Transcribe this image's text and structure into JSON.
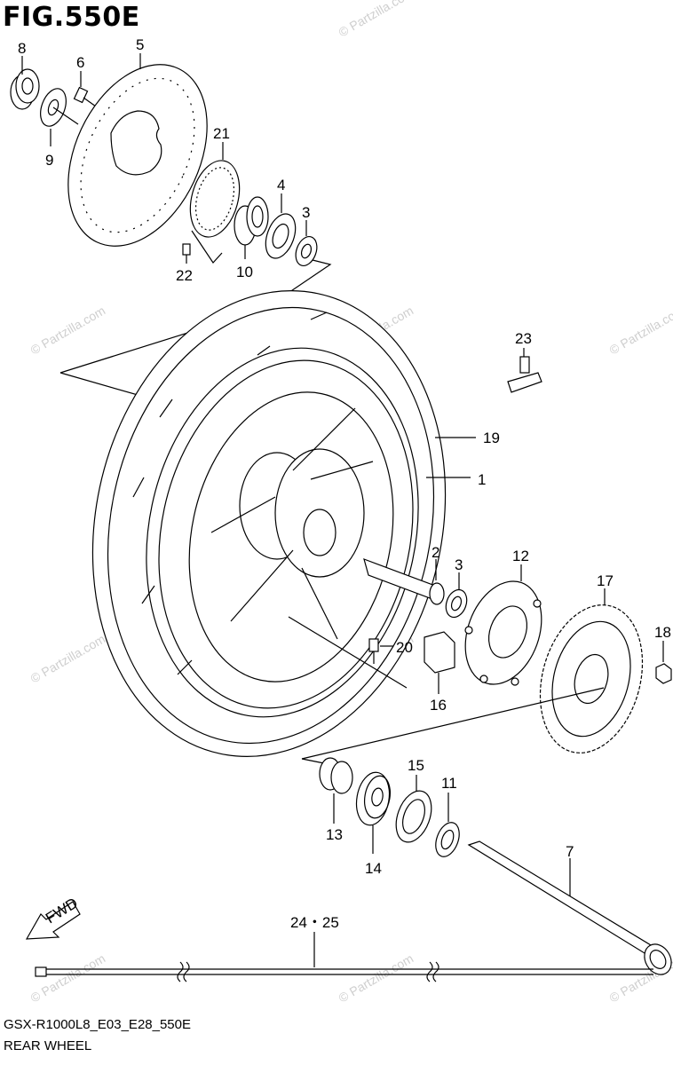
{
  "figure": {
    "title": "FIG.550E",
    "model_code": "GSX-R1000L8_E03_E28_550E",
    "section_name": "REAR WHEEL",
    "fwd_label": "FWD"
  },
  "watermark": "© Partzilla.com",
  "callouts": [
    {
      "id": "p1",
      "label": "1"
    },
    {
      "id": "p2",
      "label": "2"
    },
    {
      "id": "p3a",
      "label": "3"
    },
    {
      "id": "p3b",
      "label": "3"
    },
    {
      "id": "p4",
      "label": "4"
    },
    {
      "id": "p5",
      "label": "5"
    },
    {
      "id": "p6",
      "label": "6"
    },
    {
      "id": "p7",
      "label": "7"
    },
    {
      "id": "p8",
      "label": "8"
    },
    {
      "id": "p9",
      "label": "9"
    },
    {
      "id": "p10",
      "label": "10"
    },
    {
      "id": "p11",
      "label": "11"
    },
    {
      "id": "p12",
      "label": "12"
    },
    {
      "id": "p13",
      "label": "13"
    },
    {
      "id": "p14",
      "label": "14"
    },
    {
      "id": "p15",
      "label": "15"
    },
    {
      "id": "p16",
      "label": "16"
    },
    {
      "id": "p17",
      "label": "17"
    },
    {
      "id": "p18",
      "label": "18"
    },
    {
      "id": "p19",
      "label": "19"
    },
    {
      "id": "p20",
      "label": "20"
    },
    {
      "id": "p21",
      "label": "21"
    },
    {
      "id": "p22",
      "label": "22"
    },
    {
      "id": "p23",
      "label": "23"
    },
    {
      "id": "p24_25",
      "label": "24・25"
    }
  ]
}
